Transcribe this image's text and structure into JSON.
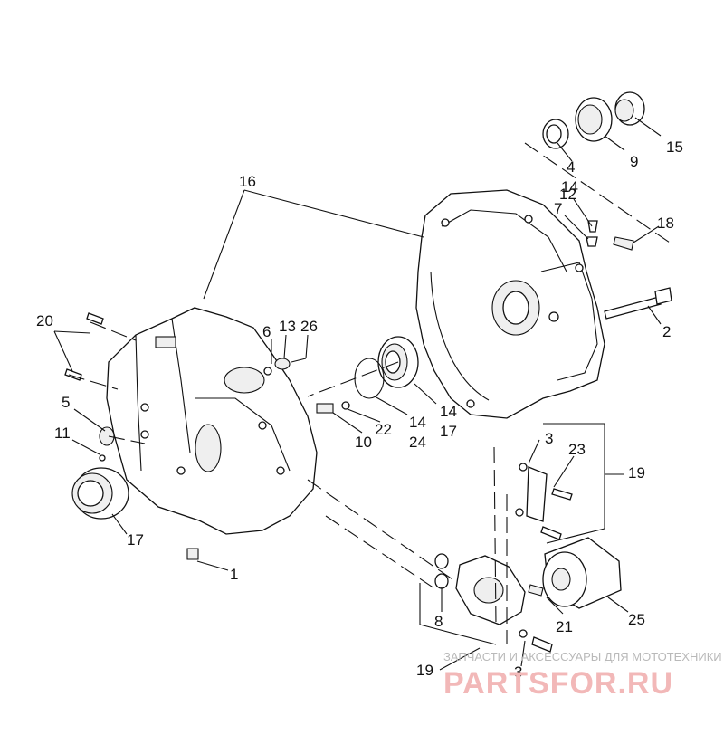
{
  "diagram": {
    "title": "",
    "part_labels": {
      "l1": "1",
      "l2": "2",
      "l3a": "3",
      "l3b": "3",
      "l4": "4",
      "l14a": "14",
      "l5": "5",
      "l6": "6",
      "l7": "7",
      "l8": "8",
      "l9": "9",
      "l10": "10",
      "l22": "22",
      "l11": "11",
      "l12": "12",
      "l13": "13",
      "l26": "26",
      "l14b": "14",
      "l17a": "17",
      "l14c": "14",
      "l24": "24",
      "l15": "15",
      "l16": "16",
      "l17b": "17",
      "l18": "18",
      "l19a": "19",
      "l19b": "19",
      "l20": "20",
      "l21": "21",
      "l23": "23",
      "l25": "25"
    }
  },
  "watermark": {
    "tagline": "ЗАПЧАСТИ И АКСЕССУАРЫ ДЛЯ МОТОТЕХНИКИ",
    "brand": "PARTSFOR.RU",
    "brand_color": "#e06060"
  }
}
